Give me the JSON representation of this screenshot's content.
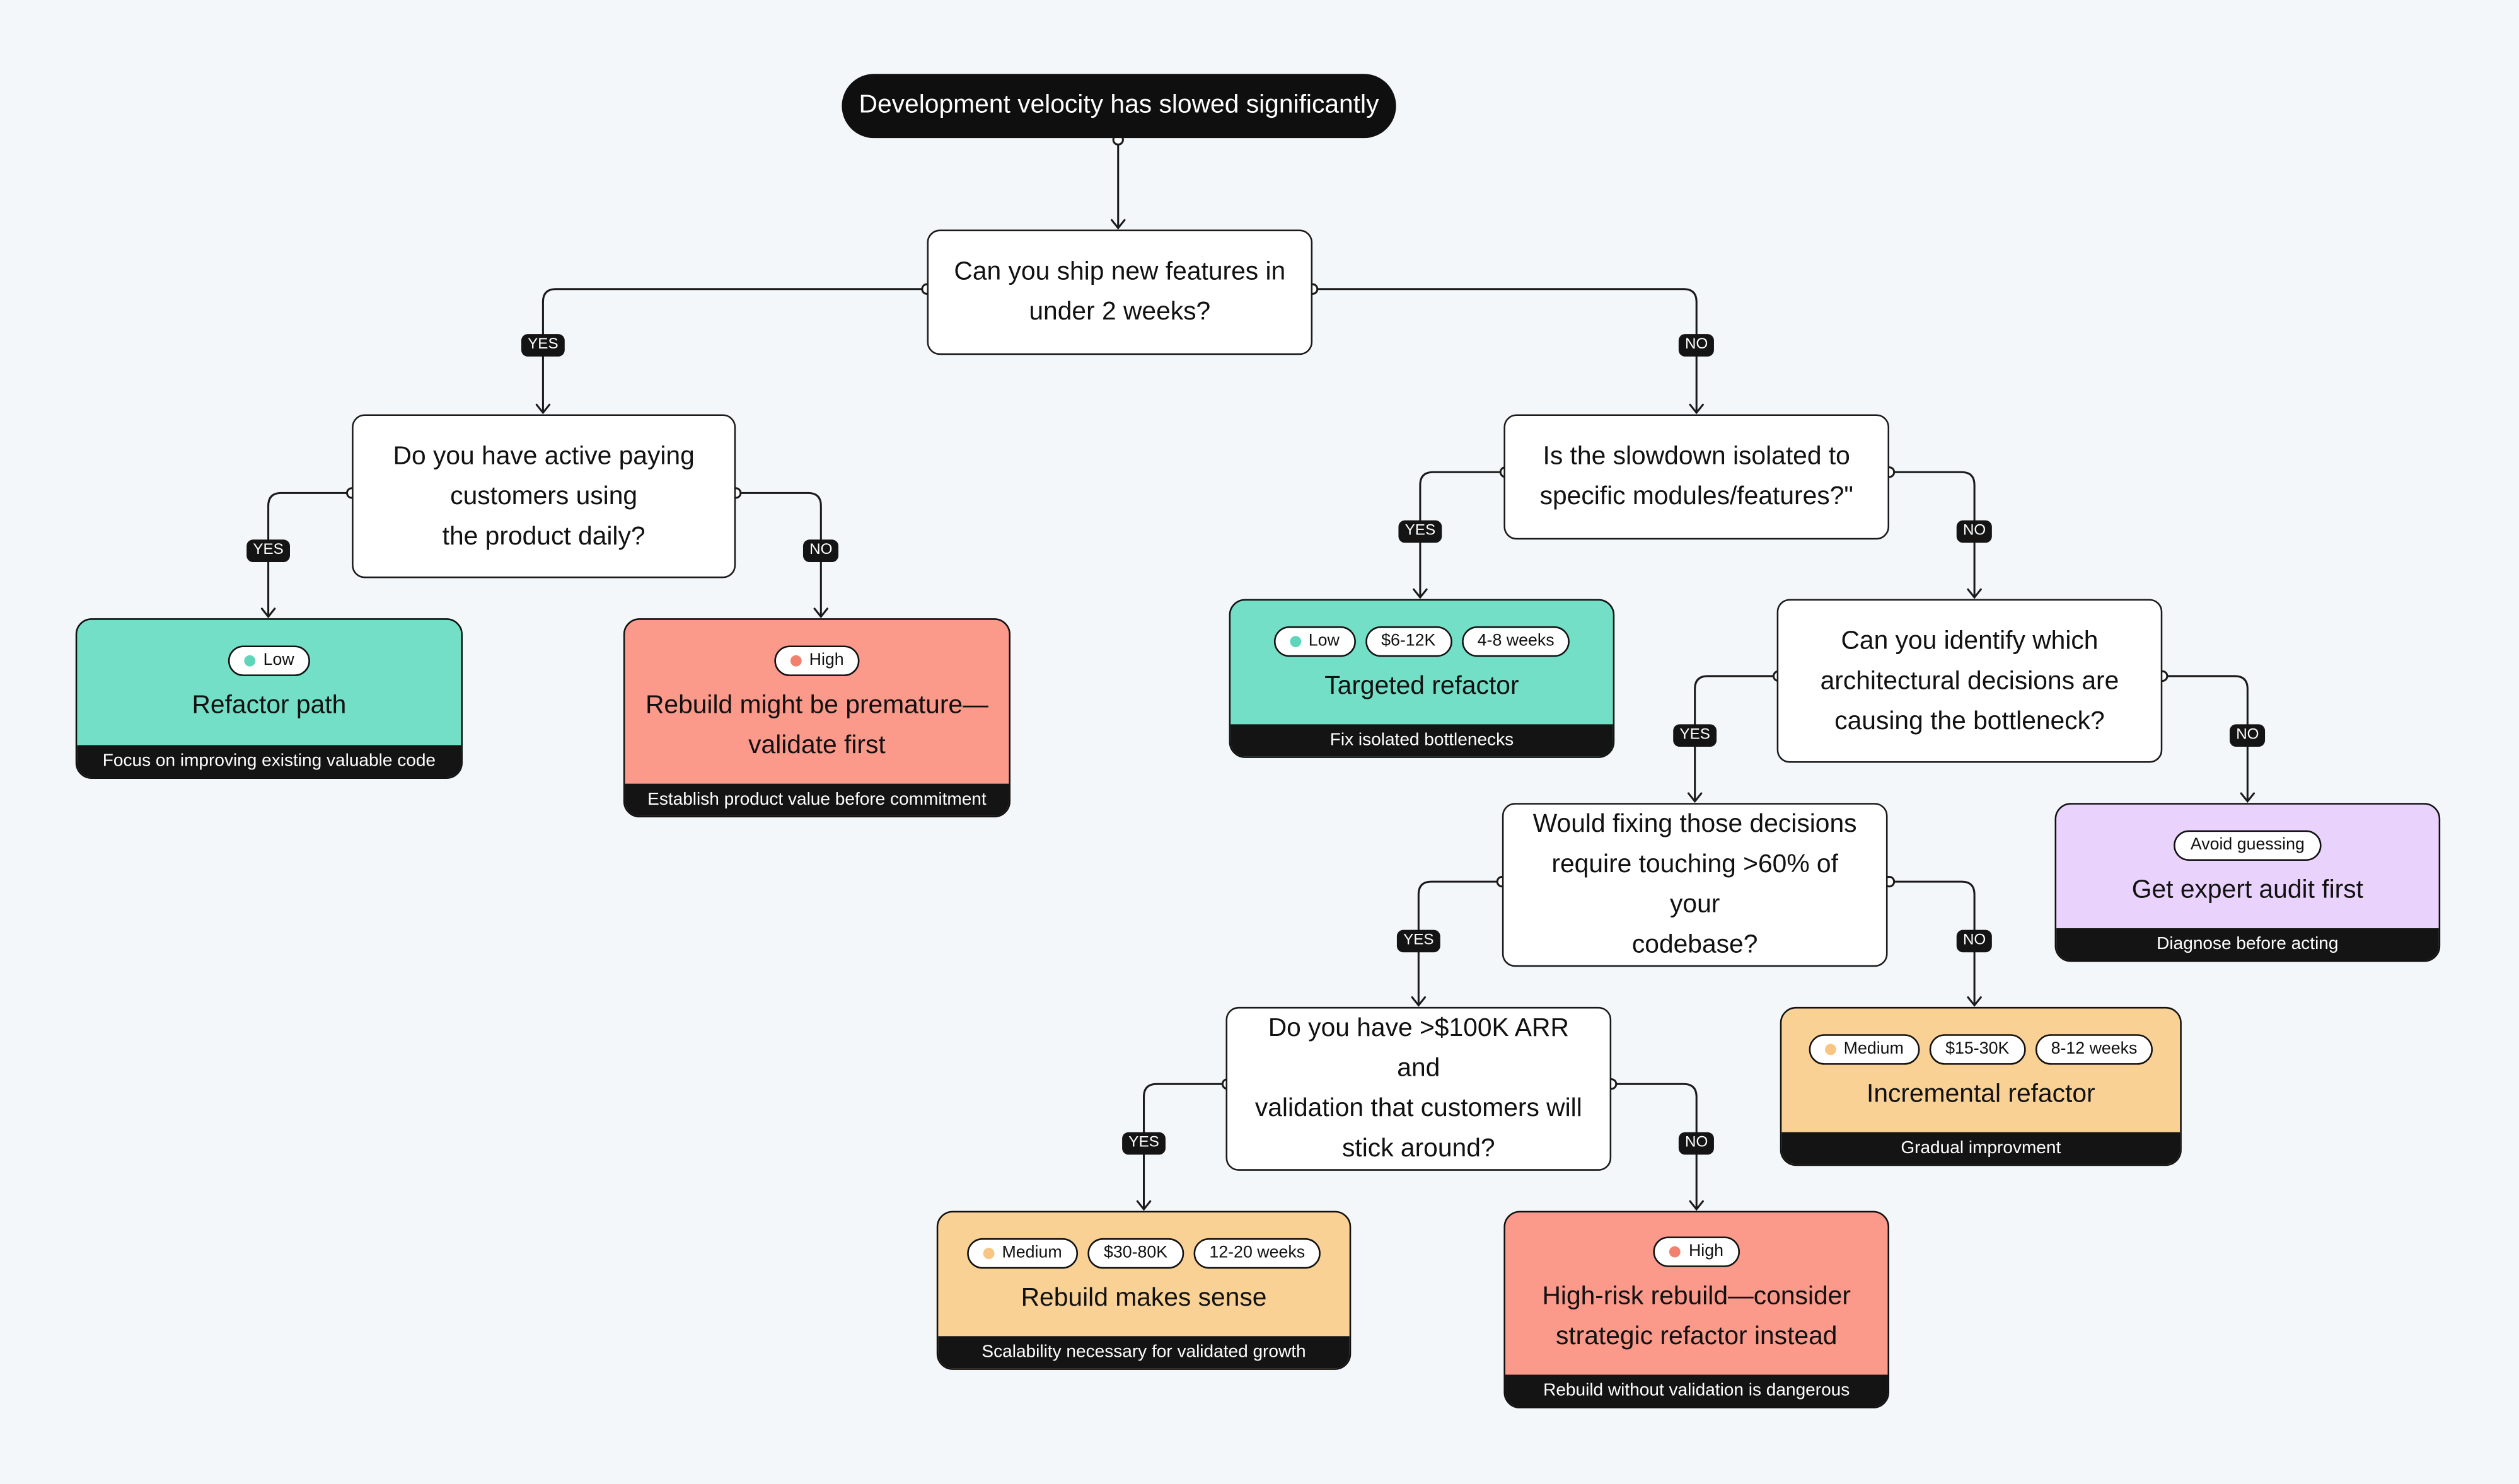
{
  "colors": {
    "background": "#F4F7FA",
    "low": "#72DFC6",
    "high": "#FB998B",
    "medium": "#FAD195",
    "audit": "#E9D2FB",
    "low_dot": "#5fd6b9",
    "high_dot": "#f2806f",
    "medium_dot": "#f8c583"
  },
  "root": "Development velocity has slowed significantly",
  "questions": {
    "q1": "Can you ship new features in\nunder 2 weeks?",
    "q2": "Do you have active paying\ncustomers using\nthe product daily?",
    "q3": "Is the slowdown isolated to\nspecific modules/features?\"",
    "q4": "Can you identify which\narchitectural decisions are\ncausing the bottleneck?",
    "q5": "Would fixing those decisions\nrequire touching >60% of your\ncodebase?",
    "q6": "Do you have >$100K ARR and\nvalidation that customers will\nstick around?"
  },
  "edge_labels": {
    "yes": "YES",
    "no": "NO"
  },
  "results": {
    "refactor_path": {
      "risk": "Low",
      "title": "Refactor path",
      "footer": "Focus on improving existing valuable code"
    },
    "rebuild_premature": {
      "risk": "High",
      "title": "Rebuild might be premature—\nvalidate first",
      "footer": "Establish product value before commitment"
    },
    "targeted_refactor": {
      "risk": "Low",
      "cost": "$6-12K",
      "time": "4-8 weeks",
      "title": "Targeted refactor",
      "footer": "Fix isolated bottlenecks"
    },
    "expert_audit": {
      "tag": "Avoid guessing",
      "title": "Get expert audit first",
      "footer": "Diagnose before acting"
    },
    "incremental_refactor": {
      "risk": "Medium",
      "cost": "$15-30K",
      "time": "8-12 weeks",
      "title": "Incremental refactor",
      "footer": "Gradual improvment"
    },
    "rebuild_sense": {
      "risk": "Medium",
      "cost": "$30-80K",
      "time": "12-20 weeks",
      "title": "Rebuild makes sense",
      "footer": "Scalability necessary for validated growth"
    },
    "high_risk_rebuild": {
      "risk": "High",
      "title": "High-risk rebuild—consider\nstrategic refactor instead",
      "footer": "Rebuild without validation is dangerous"
    }
  }
}
